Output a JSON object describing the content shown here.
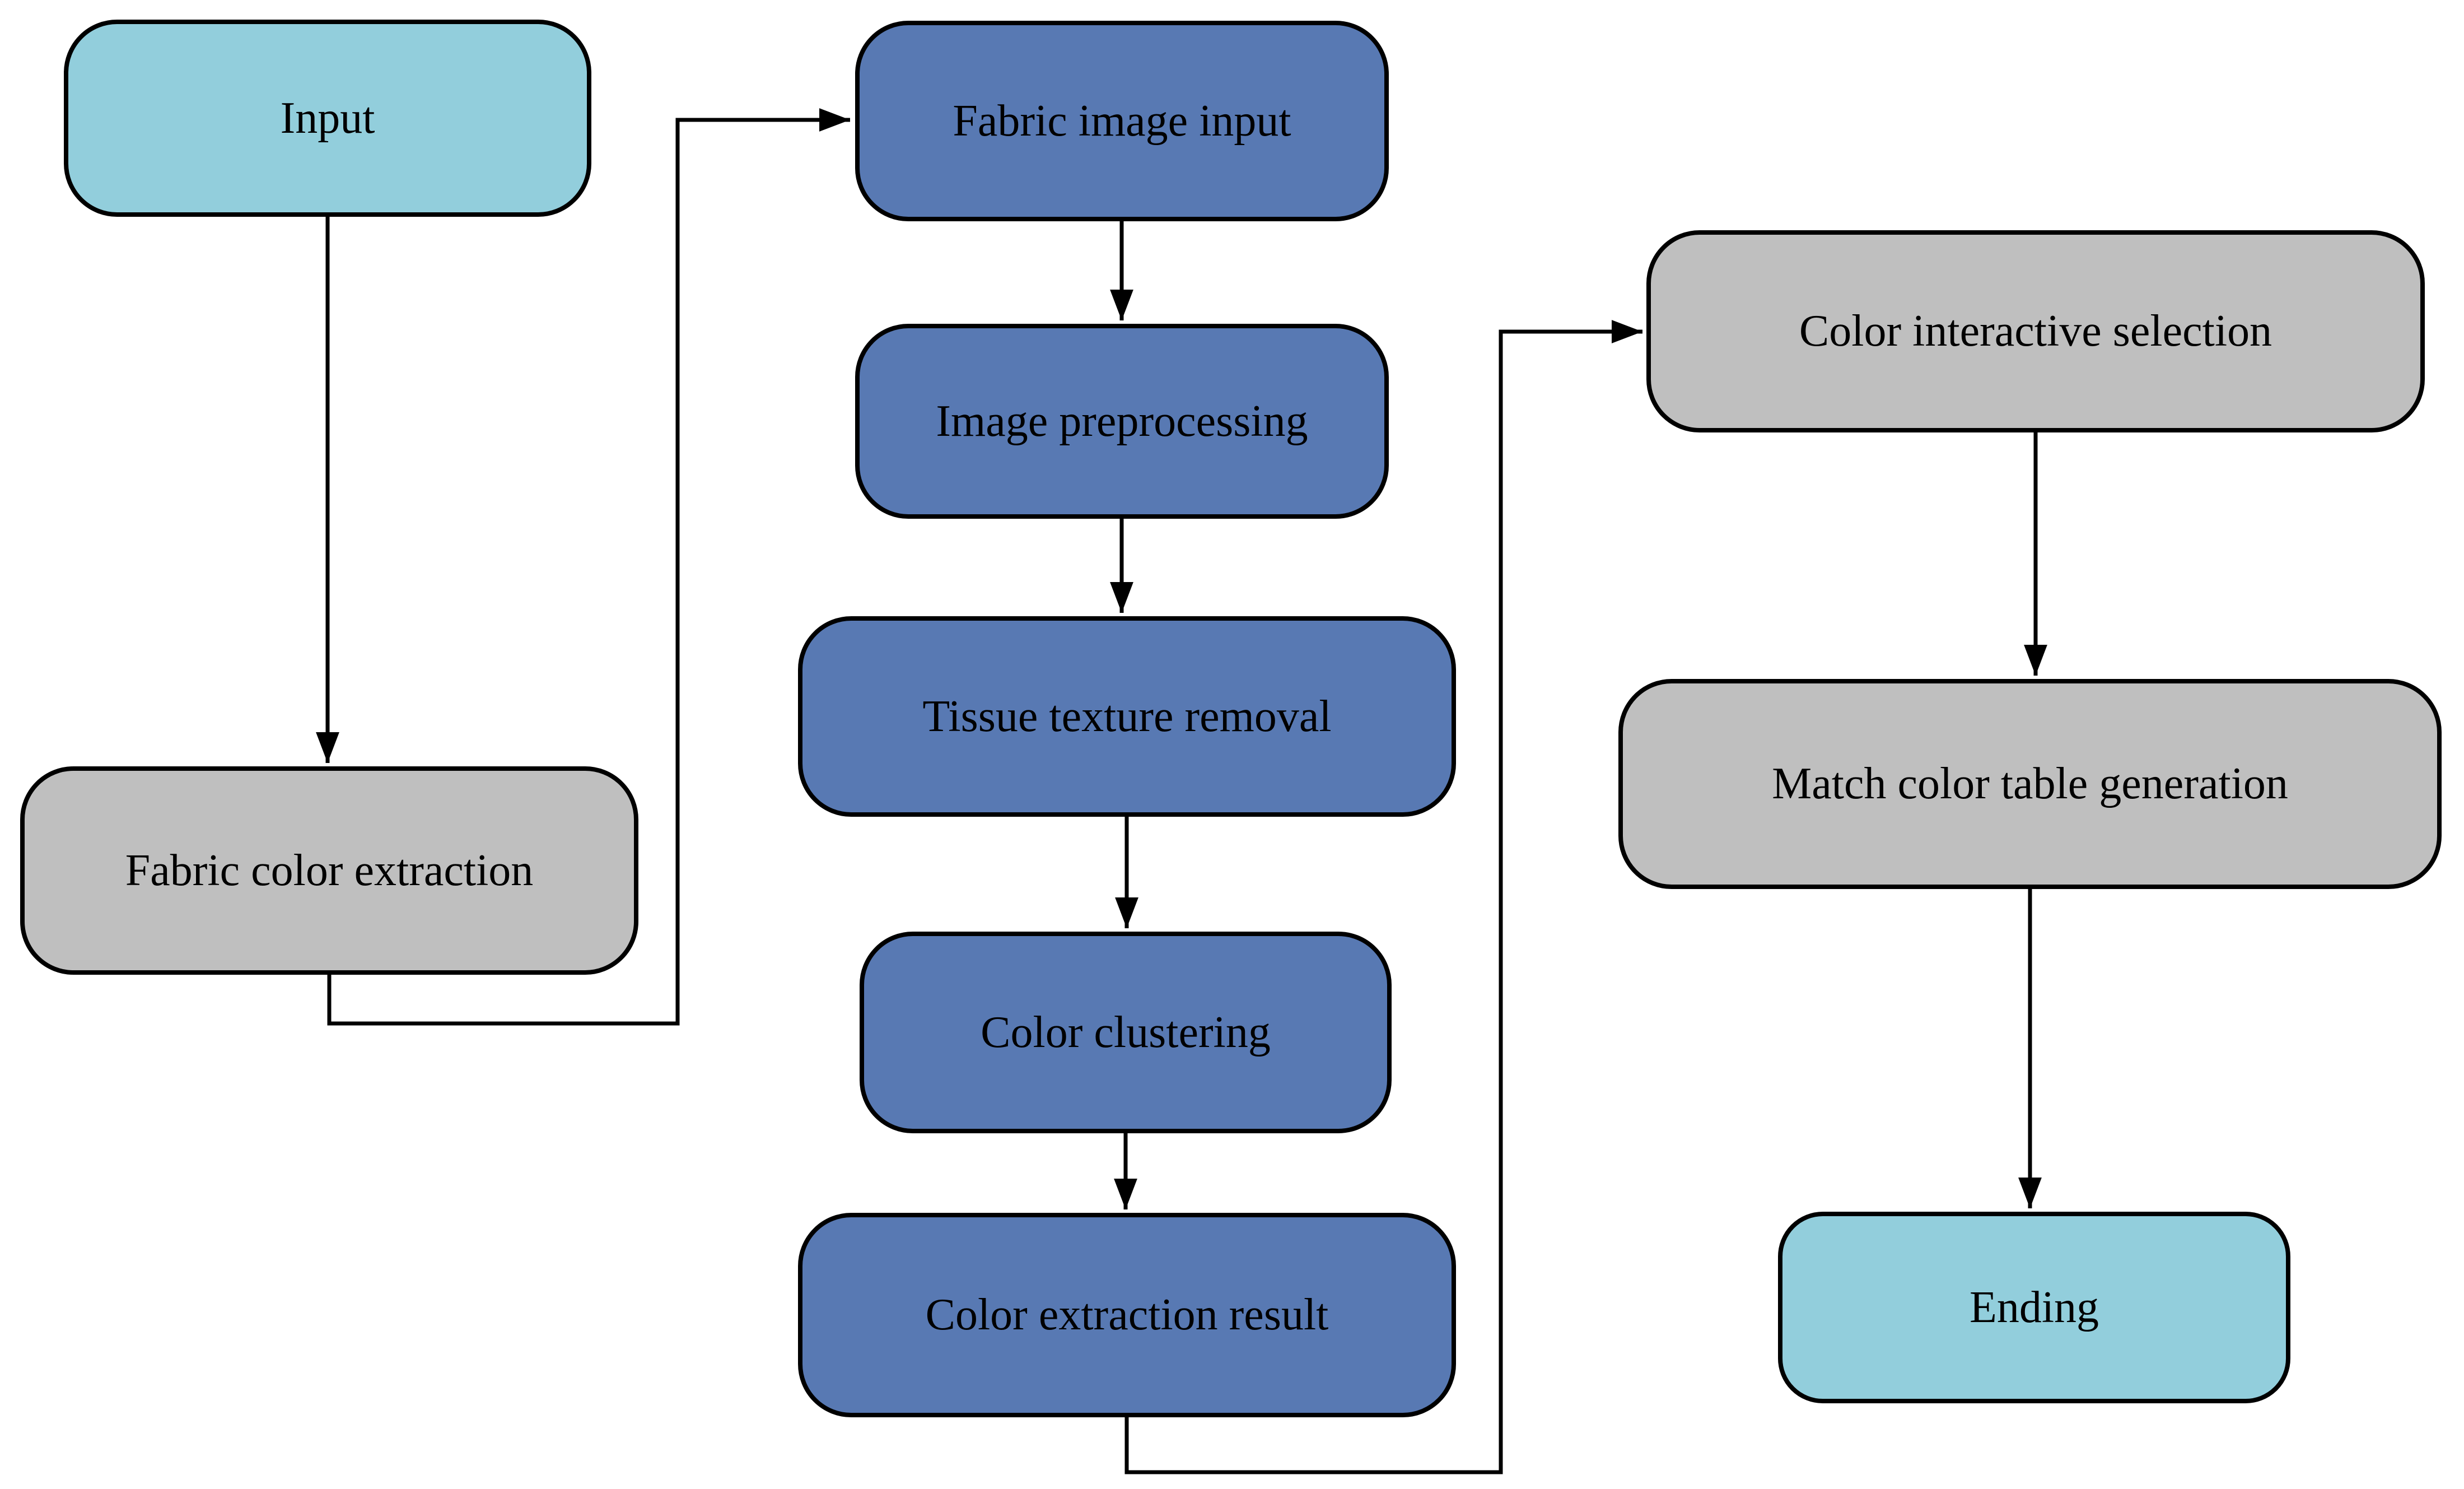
{
  "diagram": {
    "type": "flowchart",
    "background": "#FFFFFF"
  },
  "colors": {
    "terminator_fill": "#92CEDC",
    "process_fill": "#5879B3",
    "stage_fill": "#BFBFBF",
    "border": "#000000",
    "connector": "#000000",
    "text": "#000000",
    "background": "#FFFFFF"
  },
  "nodes": [
    {
      "id": "input",
      "label": "Input",
      "type": "terminator"
    },
    {
      "id": "fabric-color-extraction",
      "label": "Fabric color extraction",
      "type": "stage"
    },
    {
      "id": "fabric-image-input",
      "label": "Fabric image input",
      "type": "process"
    },
    {
      "id": "image-preprocessing",
      "label": "Image preprocessing",
      "type": "process"
    },
    {
      "id": "tissue-texture-removal",
      "label": "Tissue texture removal",
      "type": "process"
    },
    {
      "id": "color-clustering",
      "label": "Color clustering",
      "type": "process"
    },
    {
      "id": "color-extraction-result",
      "label": "Color extraction result",
      "type": "process"
    },
    {
      "id": "color-interactive-selection",
      "label": "Color interactive selection",
      "type": "stage"
    },
    {
      "id": "match-color-table-generation",
      "label": "Match color table generation",
      "type": "stage"
    },
    {
      "id": "ending",
      "label": "Ending",
      "type": "terminator"
    }
  ],
  "edges": [
    {
      "from": "input",
      "to": "fabric-color-extraction",
      "shape": "straight-down"
    },
    {
      "from": "fabric-color-extraction",
      "to": "fabric-image-input",
      "shape": "elbow-down-right-up-right"
    },
    {
      "from": "fabric-image-input",
      "to": "image-preprocessing",
      "shape": "straight-down"
    },
    {
      "from": "image-preprocessing",
      "to": "tissue-texture-removal",
      "shape": "straight-down"
    },
    {
      "from": "tissue-texture-removal",
      "to": "color-clustering",
      "shape": "straight-down"
    },
    {
      "from": "color-clustering",
      "to": "color-extraction-result",
      "shape": "straight-down"
    },
    {
      "from": "color-extraction-result",
      "to": "color-interactive-selection",
      "shape": "elbow-down-right-up-right"
    },
    {
      "from": "color-interactive-selection",
      "to": "match-color-table-generation",
      "shape": "straight-down"
    },
    {
      "from": "match-color-table-generation",
      "to": "ending",
      "shape": "straight-down"
    }
  ]
}
